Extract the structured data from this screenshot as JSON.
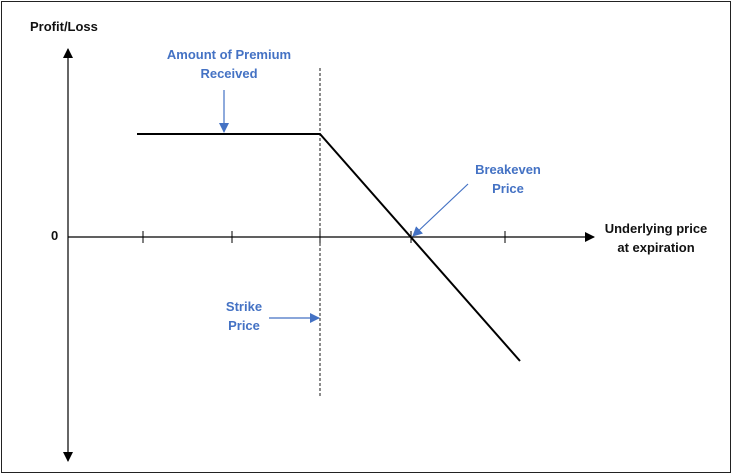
{
  "diagram": {
    "y_axis_label": "Profit/Loss",
    "zero_label": "0",
    "x_axis_label": [
      "Underlying price",
      "at expiration"
    ],
    "annotations": {
      "premium": [
        "Amount of Premium",
        "Received"
      ],
      "breakeven": [
        "Breakeven",
        "Price"
      ],
      "strike": [
        "Strike",
        "Price"
      ]
    },
    "colors": {
      "axis": "#000000",
      "payoff_line": "#000000",
      "annotation_text": "#4472c4",
      "annotation_arrow": "#4472c4"
    }
  }
}
